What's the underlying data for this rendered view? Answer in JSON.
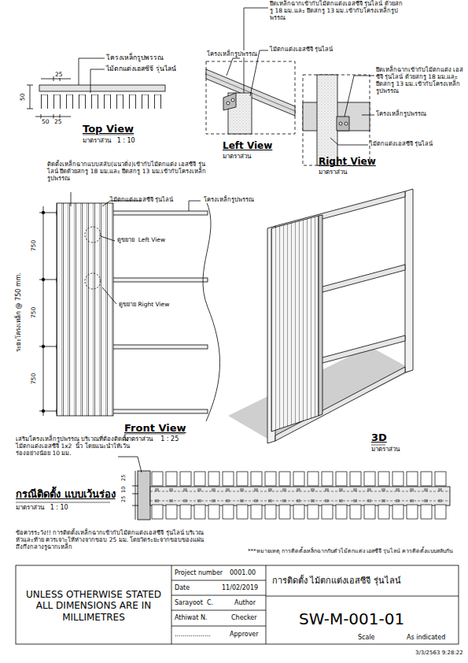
{
  "diagram": {
    "title": "การติดตั้ง ไม้ตกแต่งเอสซีจี รุ่นไลน์",
    "labels": [
      "โครงเหล็กรูปพรรณ",
      "ไม้ตกแต่งเอสซีจี รุ่นไลน์",
      "25",
      "50",
      "50",
      "25",
      "Top View",
      "มาตราส่วน   1 : 10",
      "ยึดเหล็กฉากเข้ากับไม้ตกแต่งเอสซีจี รุ่นไลน์ ด้วยสกรู 18 มม.และ ยึดสกรู 13 มม.เข้ากับโครงเหล็กรูปพรรณ",
      "ไม้ตกแต่งเอสซีจี รุ่นไลน์",
      "โครงเหล็กรูปพรรณ",
      "Left View",
      "มาตราส่วน",
      "ยึดเหล็กฉากเข้ากับไม้ตกแต่ง เอสซีจี รุ่นไลน์ ด้วยสกรู 18 มม.และ ยึดสกรู 13 มม.เข้ากับโครงเหล็กรูปพรรณ",
      "โครงเหล็กรูปพรรณ",
      "ไม้ตกแต่งเอสซีจี รุ่นไลน์",
      "Right View",
      "มาตราส่วน",
      "ติดตั้งเหล็กฉากแบบสลับ(แนวดิ่ง)เข้ากับไม้ตกแต่ง เอสซีจี รุ่นไลน์ ยึดด้วยสกรู 18 มม.และ ยึดสกรู 13 มม.เข้ากับโครงเหล็กรูปพรรณ",
      "ไม้ตกแต่งเอสซีจี รุ่นไลน์",
      "โครงเหล็กรูปพรรณ",
      "ดูขยาย  Left View",
      "ดูขยาย Right View",
      "750",
      "750",
      "750",
      "ระยะโครงเหล็ก @ 750 mm.",
      "Front View",
      "มาตราส่วน    1 : 25",
      "3D",
      "มาตราส่วน",
      "เสริมโครงเหล็กรูปพรรณ บริเวณที่ต้องติดตั้งไม้ตกแต่งเอสซีจี 1x2  นิ้ว โดยแนะนำให้เว้นร่องอย่างน้อย 10 มม.",
      "25",
      "10",
      "25",
      "กรณีติดตั้ง แบบเว้นร่อง",
      "มาตราส่วน   1 : 10",
      "ข้อควรระวัง!! การติดตั้งเหล็กฉากเข้ากับไม้ตกแต่งเอสซีจี รุ่นไลน์ บริเวณหัวและท้าย ควรเจาะให้ห่างจากขอบ 25 มม. โดยวัดระยะจากขอบของแผ่นถึงกึ่งกลางรูฉากเหล็ก",
      "***หมายเหตุ การติดตั้งเหล็กฉากกับตัวไม้ตกแต่ง เอสซีจี รุ่นไลน์ ควรติดตั้งแบบสลับกัน",
      "UNLESS OTHERWISE STATED ALL DIMENSIONS ARE IN MILLIMETRES",
      "Project number",
      "0001.00",
      "Date",
      "11/02/2019",
      "Sarayoot  C.",
      "Author",
      "Athiwat N.",
      "Checker",
      "..................",
      "Approver",
      "SW-M-001-01",
      "Scale",
      "As indicated",
      "3/3/2563 9:28:22"
    ]
  }
}
